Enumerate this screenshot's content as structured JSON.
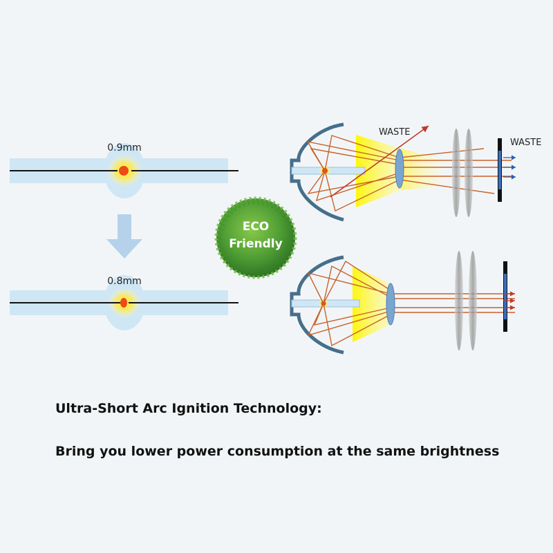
{
  "arc_gap": {
    "top_label": "0.9mm",
    "bottom_label": "0.8mm"
  },
  "eco_badge": {
    "line1": "ECO",
    "line2": "Friendly"
  },
  "optics": {
    "waste_label_left": "WASTE",
    "waste_label_right": "WASTE"
  },
  "caption": {
    "title": "Ultra-Short Arc Ignition Technology:",
    "subtitle": "Bring you lower power consumption at the same brightness"
  },
  "colors": {
    "background": "#f2f5f7",
    "tube": "#cfe6f5",
    "arc_core": "#ee4a16",
    "glow": "#ffe94a",
    "arrow": "#b5d2ea",
    "eco_green": "#5aa83a",
    "ray": "#c8622a",
    "reflector": "#456f8c",
    "waste_arrow": "#c0392b"
  }
}
